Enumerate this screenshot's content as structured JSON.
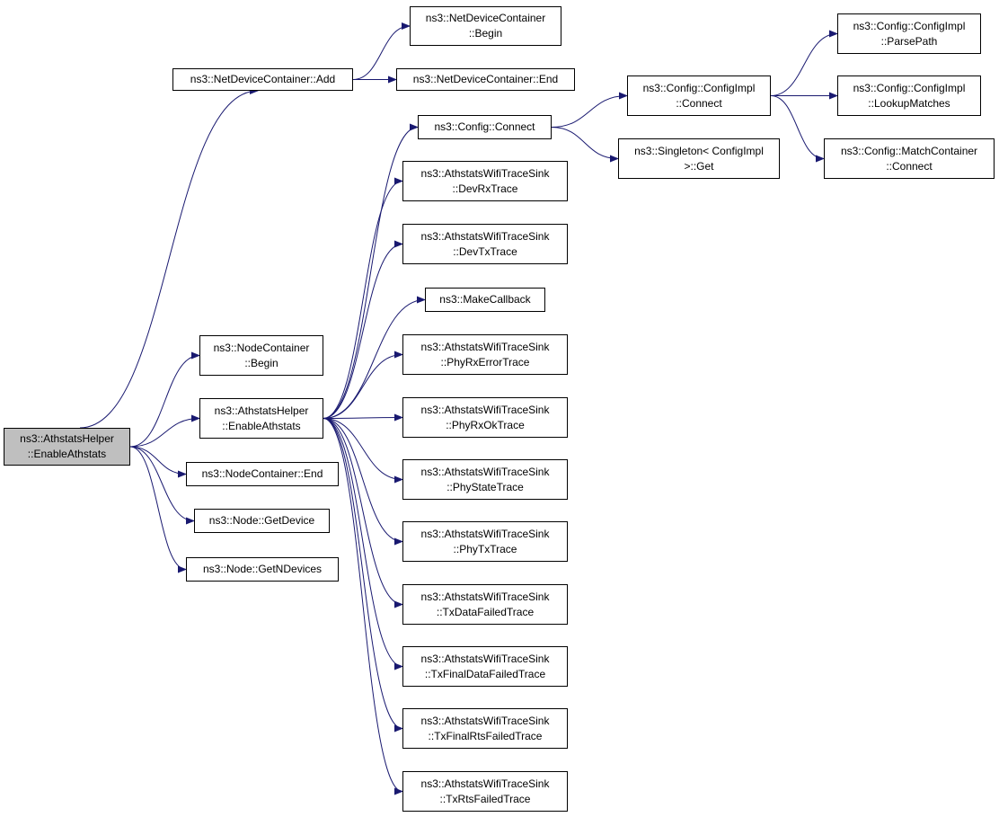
{
  "colors": {
    "edge": "#191970",
    "root_fill": "#bfbfbf",
    "node_fill": "#ffffff",
    "border": "#000000"
  },
  "nodes": {
    "root": [
      "ns3::AthstatsHelper",
      "::EnableAthstats"
    ],
    "netdev_add": [
      "ns3::NetDeviceContainer::Add"
    ],
    "netdev_begin": [
      "ns3::NetDeviceContainer",
      "::Begin"
    ],
    "netdev_end": [
      "ns3::NetDeviceContainer::End"
    ],
    "nodec_begin": [
      "ns3::NodeContainer",
      "::Begin"
    ],
    "enable2": [
      "ns3::AthstatsHelper",
      "::EnableAthstats"
    ],
    "nodec_end": [
      "ns3::NodeContainer::End"
    ],
    "getdevice": [
      "ns3::Node::GetDevice"
    ],
    "getndevices": [
      "ns3::Node::GetNDevices"
    ],
    "config_connect": [
      "ns3::Config::Connect"
    ],
    "devrx": [
      "ns3::AthstatsWifiTraceSink",
      "::DevRxTrace"
    ],
    "devtx": [
      "ns3::AthstatsWifiTraceSink",
      "::DevTxTrace"
    ],
    "makecb": [
      "ns3::MakeCallback"
    ],
    "phyrxerr": [
      "ns3::AthstatsWifiTraceSink",
      "::PhyRxErrorTrace"
    ],
    "phyrxok": [
      "ns3::AthstatsWifiTraceSink",
      "::PhyRxOkTrace"
    ],
    "phystate": [
      "ns3::AthstatsWifiTraceSink",
      "::PhyStateTrace"
    ],
    "phytx": [
      "ns3::AthstatsWifiTraceSink",
      "::PhyTxTrace"
    ],
    "txdatafail": [
      "ns3::AthstatsWifiTraceSink",
      "::TxDataFailedTrace"
    ],
    "txfinaldata": [
      "ns3::AthstatsWifiTraceSink",
      "::TxFinalDataFailedTrace"
    ],
    "txfinalrts": [
      "ns3::AthstatsWifiTraceSink",
      "::TxFinalRtsFailedTrace"
    ],
    "txrts": [
      "ns3::AthstatsWifiTraceSink",
      "::TxRtsFailedTrace"
    ],
    "impl_connect": [
      "ns3::Config::ConfigImpl",
      "::Connect"
    ],
    "singleton_get": [
      "ns3::Singleton< ConfigImpl",
      ">::Get"
    ],
    "parsepath": [
      "ns3::Config::ConfigImpl",
      "::ParsePath"
    ],
    "lookup": [
      "ns3::Config::ConfigImpl",
      "::LookupMatches"
    ],
    "match_connect": [
      "ns3::Config::MatchContainer",
      "::Connect"
    ]
  },
  "edges": [
    [
      "root",
      "netdev_add"
    ],
    [
      "root",
      "nodec_begin"
    ],
    [
      "root",
      "enable2"
    ],
    [
      "root",
      "nodec_end"
    ],
    [
      "root",
      "getdevice"
    ],
    [
      "root",
      "getndevices"
    ],
    [
      "netdev_add",
      "netdev_begin"
    ],
    [
      "netdev_add",
      "netdev_end"
    ],
    [
      "enable2",
      "config_connect"
    ],
    [
      "enable2",
      "devrx"
    ],
    [
      "enable2",
      "devtx"
    ],
    [
      "enable2",
      "makecb"
    ],
    [
      "enable2",
      "phyrxerr"
    ],
    [
      "enable2",
      "phyrxok"
    ],
    [
      "enable2",
      "phystate"
    ],
    [
      "enable2",
      "phytx"
    ],
    [
      "enable2",
      "txdatafail"
    ],
    [
      "enable2",
      "txfinaldata"
    ],
    [
      "enable2",
      "txfinalrts"
    ],
    [
      "enable2",
      "txrts"
    ],
    [
      "config_connect",
      "impl_connect"
    ],
    [
      "config_connect",
      "singleton_get"
    ],
    [
      "impl_connect",
      "parsepath"
    ],
    [
      "impl_connect",
      "lookup"
    ],
    [
      "impl_connect",
      "match_connect"
    ]
  ]
}
